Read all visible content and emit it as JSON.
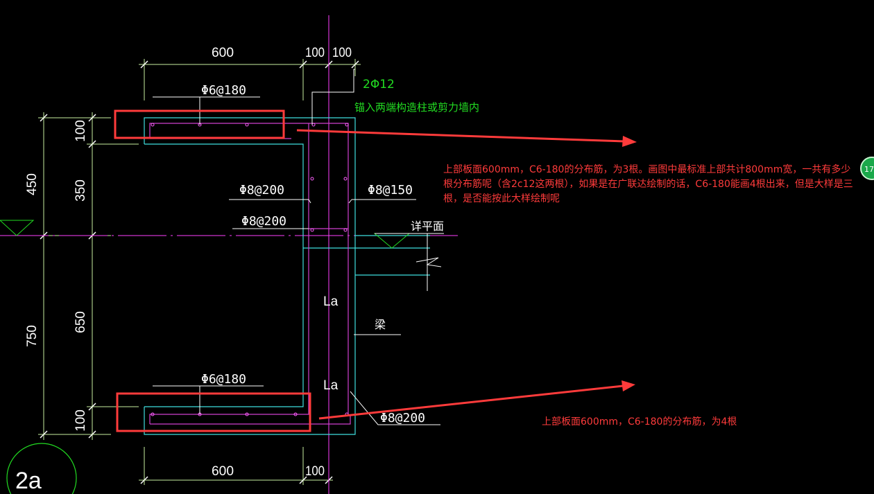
{
  "dimensions": {
    "top_600": "600",
    "top_100_a": "100",
    "top_100_b": "100",
    "left_450": "450",
    "left_750": "750",
    "inner_100_top": "100",
    "inner_350": "350",
    "inner_650": "650",
    "inner_100_bottom": "100",
    "bottom_600": "600",
    "bottom_100": "100"
  },
  "labels": {
    "phi6_top": "Φ6@180",
    "phi6_bottom": "Φ6@180",
    "rebar_2phi12": "2Φ12",
    "anchor_note": "锚入两端构造柱或剪力墙内",
    "phi8_200_left": "Φ8@200",
    "phi8_150": "Φ8@150",
    "phi8_200_mid": "Φ8@200",
    "phi8_200_bottom": "Φ8@200",
    "detail_plane": "详平面",
    "la_top": "La",
    "la_bottom": "La",
    "beam": "梁",
    "section_id": "2a"
  },
  "annotations": {
    "top": "上部板面600mm，C6-180的分布筋，为3根。画图中最标准上部共计800mm宽，一共有多少根分布筋呢（含2c12这两根），如果是在广联达绘制的话，C6-180能画4根出来，但是大样是三根，是否能按此大样绘制呢",
    "bottom": "上部板面600mm，C6-180的分布筋，为4根"
  },
  "badge": {
    "text": "17"
  },
  "colors": {
    "background": "#000000",
    "dim_line": "#c8f0a0",
    "concrete": "#3fe0e0",
    "rebar": "#d040d0",
    "axis": "#ff40ff",
    "highlight": "#ff3b3b",
    "green_text": "#22dd22"
  }
}
